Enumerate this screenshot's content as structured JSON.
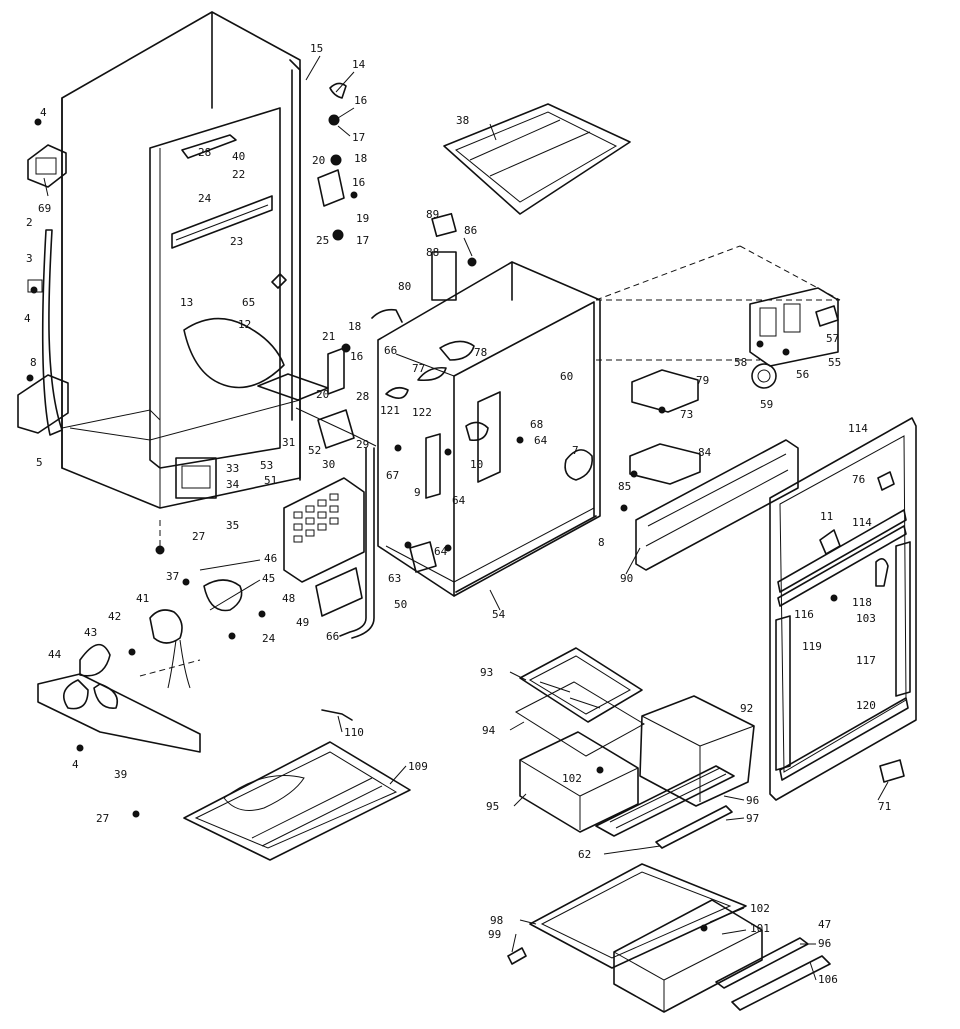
{
  "diagram": {
    "colors": {
      "ink": "#111111",
      "paper": "#ffffff"
    },
    "callouts": [
      {
        "id": "c4a",
        "text": "4"
      },
      {
        "id": "c69",
        "text": "69"
      },
      {
        "id": "c2",
        "text": "2"
      },
      {
        "id": "c3",
        "text": "3"
      },
      {
        "id": "c4b",
        "text": "4"
      },
      {
        "id": "c8a",
        "text": "8"
      },
      {
        "id": "c5",
        "text": "5"
      },
      {
        "id": "c15",
        "text": "15"
      },
      {
        "id": "c14",
        "text": "14"
      },
      {
        "id": "c16a",
        "text": "16"
      },
      {
        "id": "c17a",
        "text": "17"
      },
      {
        "id": "c20a",
        "text": "20"
      },
      {
        "id": "c18a",
        "text": "18"
      },
      {
        "id": "c16b",
        "text": "16"
      },
      {
        "id": "c19",
        "text": "19"
      },
      {
        "id": "c25",
        "text": "25"
      },
      {
        "id": "c17b",
        "text": "17"
      },
      {
        "id": "c28a",
        "text": "28"
      },
      {
        "id": "c40",
        "text": "40"
      },
      {
        "id": "c22",
        "text": "22"
      },
      {
        "id": "c24a",
        "text": "24"
      },
      {
        "id": "c23",
        "text": "23"
      },
      {
        "id": "c65",
        "text": "65"
      },
      {
        "id": "c13",
        "text": "13"
      },
      {
        "id": "c12",
        "text": "12"
      },
      {
        "id": "c21",
        "text": "21"
      },
      {
        "id": "c18b",
        "text": "18"
      },
      {
        "id": "c16c",
        "text": "16"
      },
      {
        "id": "c20b",
        "text": "20"
      },
      {
        "id": "c28b",
        "text": "28"
      },
      {
        "id": "c31",
        "text": "31"
      },
      {
        "id": "c52",
        "text": "52"
      },
      {
        "id": "c29",
        "text": "29"
      },
      {
        "id": "c30",
        "text": "30"
      },
      {
        "id": "c33",
        "text": "33"
      },
      {
        "id": "c34",
        "text": "34"
      },
      {
        "id": "c35",
        "text": "35"
      },
      {
        "id": "c27a",
        "text": "27"
      },
      {
        "id": "c53",
        "text": "53"
      },
      {
        "id": "c51",
        "text": "51"
      },
      {
        "id": "c37",
        "text": "37"
      },
      {
        "id": "c46",
        "text": "46"
      },
      {
        "id": "c45",
        "text": "45"
      },
      {
        "id": "c48",
        "text": "48"
      },
      {
        "id": "c41",
        "text": "41"
      },
      {
        "id": "c42",
        "text": "42"
      },
      {
        "id": "c43",
        "text": "43"
      },
      {
        "id": "c44",
        "text": "44"
      },
      {
        "id": "c24b",
        "text": "24"
      },
      {
        "id": "c49",
        "text": "49"
      },
      {
        "id": "c66a",
        "text": "66"
      },
      {
        "id": "c4c",
        "text": "4"
      },
      {
        "id": "c39",
        "text": "39"
      },
      {
        "id": "c27b",
        "text": "27"
      },
      {
        "id": "c110",
        "text": "110"
      },
      {
        "id": "c109",
        "text": "109"
      },
      {
        "id": "c38",
        "text": "38"
      },
      {
        "id": "c89",
        "text": "89"
      },
      {
        "id": "c86",
        "text": "86"
      },
      {
        "id": "c88",
        "text": "88"
      },
      {
        "id": "c80",
        "text": "80"
      },
      {
        "id": "c66b",
        "text": "66"
      },
      {
        "id": "c78",
        "text": "78"
      },
      {
        "id": "c77",
        "text": "77"
      },
      {
        "id": "c60",
        "text": "60"
      },
      {
        "id": "c121",
        "text": "121"
      },
      {
        "id": "c122",
        "text": "122"
      },
      {
        "id": "c68",
        "text": "68"
      },
      {
        "id": "c64a",
        "text": "64"
      },
      {
        "id": "c10",
        "text": "10"
      },
      {
        "id": "c7",
        "text": "7"
      },
      {
        "id": "c67",
        "text": "67"
      },
      {
        "id": "c9",
        "text": "9"
      },
      {
        "id": "c64b",
        "text": "64"
      },
      {
        "id": "c64c",
        "text": "64"
      },
      {
        "id": "c63",
        "text": "63"
      },
      {
        "id": "c50",
        "text": "50"
      },
      {
        "id": "c54",
        "text": "54"
      },
      {
        "id": "c8b",
        "text": "8"
      },
      {
        "id": "c57",
        "text": "57"
      },
      {
        "id": "c55",
        "text": "55"
      },
      {
        "id": "c58",
        "text": "58"
      },
      {
        "id": "c56",
        "text": "56"
      },
      {
        "id": "c59",
        "text": "59"
      },
      {
        "id": "c79",
        "text": "79"
      },
      {
        "id": "c73",
        "text": "73"
      },
      {
        "id": "c84",
        "text": "84"
      },
      {
        "id": "c85",
        "text": "85"
      },
      {
        "id": "c90",
        "text": "90"
      },
      {
        "id": "c114a",
        "text": "114"
      },
      {
        "id": "c76",
        "text": "76"
      },
      {
        "id": "c11",
        "text": "11"
      },
      {
        "id": "c114b",
        "text": "114"
      },
      {
        "id": "c118",
        "text": "118"
      },
      {
        "id": "c116",
        "text": "116"
      },
      {
        "id": "c103",
        "text": "103"
      },
      {
        "id": "c119",
        "text": "119"
      },
      {
        "id": "c117",
        "text": "117"
      },
      {
        "id": "c120",
        "text": "120"
      },
      {
        "id": "c71",
        "text": "71"
      },
      {
        "id": "c93",
        "text": "93"
      },
      {
        "id": "c92",
        "text": "92"
      },
      {
        "id": "c94",
        "text": "94"
      },
      {
        "id": "c102a",
        "text": "102"
      },
      {
        "id": "c95",
        "text": "95"
      },
      {
        "id": "c96a",
        "text": "96"
      },
      {
        "id": "c97",
        "text": "97"
      },
      {
        "id": "c62",
        "text": "62"
      },
      {
        "id": "c98",
        "text": "98"
      },
      {
        "id": "c102b",
        "text": "102"
      },
      {
        "id": "c101",
        "text": "101"
      },
      {
        "id": "c47",
        "text": "47"
      },
      {
        "id": "c99",
        "text": "99"
      },
      {
        "id": "c96b",
        "text": "96"
      },
      {
        "id": "c106",
        "text": "106"
      }
    ]
  }
}
